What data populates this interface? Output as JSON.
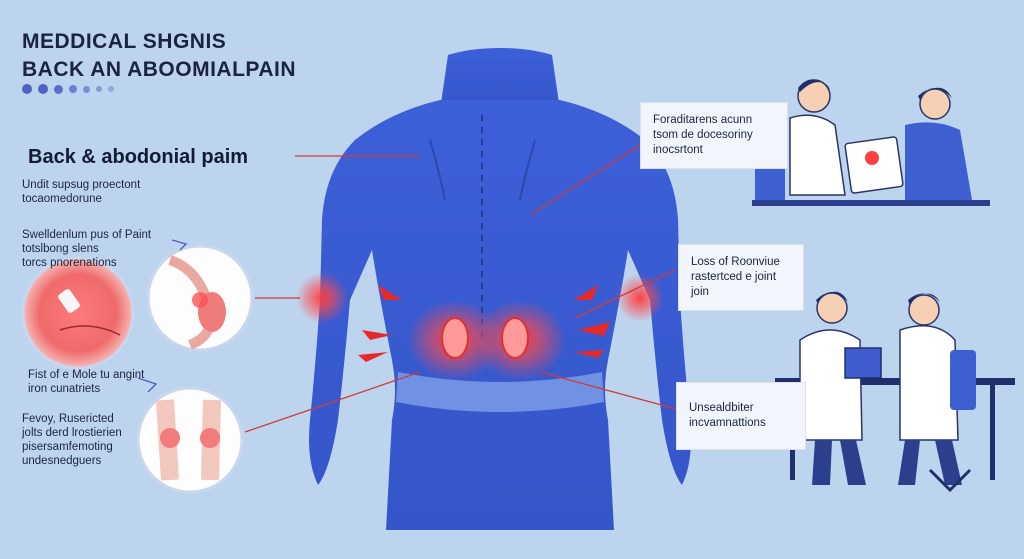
{
  "title": {
    "line1": "MEDDICAL SHGNIS",
    "line2": "BACK AN ABOOMIALPAIN"
  },
  "heading": "Back & abodonial paim",
  "intro": {
    "line1": "Undit supsug proectont",
    "line2": "tocaomedorune"
  },
  "left_labels": [
    {
      "lines": [
        "Swelldenlum pus of Paint",
        "totslbong slens",
        "torcs pnorenations"
      ]
    },
    {
      "lines": [
        "Fist of e Mole tu angint",
        "iron cunatriets"
      ]
    },
    {
      "lines": [
        "Fevoy, Rusericted",
        "jolts derd lrostierien",
        "pisersamfemoting",
        "undesnedguers"
      ]
    }
  ],
  "right_boxes": [
    {
      "lines": [
        "Foraditarens acunn",
        "tsom de docesoriny",
        "inocsrtont"
      ]
    },
    {
      "lines": [
        "Loss of Roonviue",
        "rastertced e joint",
        "join"
      ]
    },
    {
      "lines": [
        "Unsealdbiter",
        "incvamnattions"
      ]
    }
  ],
  "colors": {
    "background": "#bdd4ef",
    "body": "#3f63d6",
    "body_dark": "#2f4fbf",
    "pain": "#ff2a2a",
    "accent": "#4d63c4"
  },
  "icons": [
    "human-back-figure",
    "doctor-patient-consult-icon",
    "doctors-laptop-icon",
    "skin-inflammation-icon",
    "kidney-icon",
    "knee-joint-icon"
  ]
}
